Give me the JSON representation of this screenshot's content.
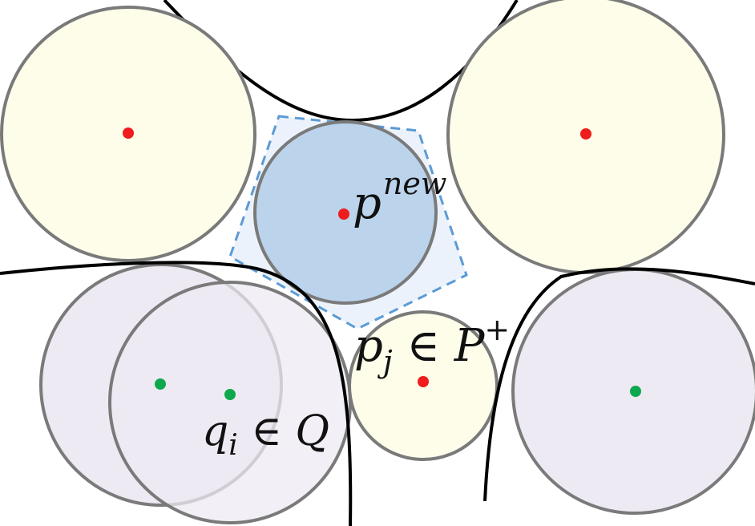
{
  "colors": {
    "positive_fill": "#fdfde9",
    "negative_fill": "#eeeaf3",
    "new_fill": "#bcd3ec",
    "circle_stroke": "#7a7a7a",
    "polygon_fill": "#e9f0fa",
    "polygon_stroke": "#5b9bd5",
    "positive_center": "#ee1c1c",
    "negative_center": "#0ea84e",
    "boundary_stroke": "#000000"
  },
  "labels": {
    "p_new_base": "p",
    "p_new_sup": "new",
    "p_j_base": "p",
    "p_j_sub": "j",
    "p_j_rel": " ∈ ",
    "p_j_set": "P",
    "p_j_set_sup": "+",
    "q_i_base": "q",
    "q_i_sub": "i",
    "q_i_rel": " ∈ ",
    "q_i_set": "Q"
  }
}
